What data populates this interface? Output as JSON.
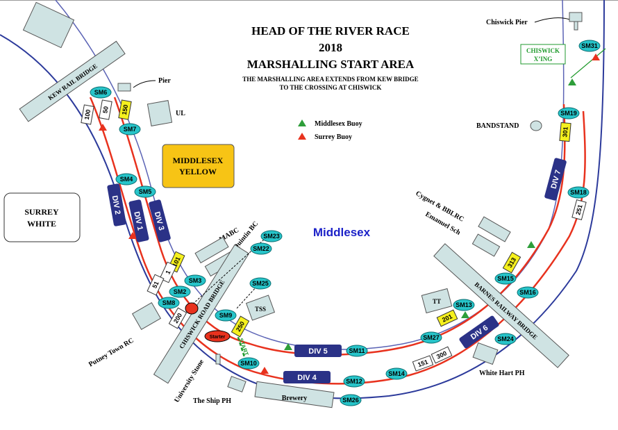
{
  "title": {
    "line1": "HEAD OF THE RIVER RACE",
    "line2": "2018",
    "line3": "MARSHALLING START AREA",
    "sub1": "THE MARSHALLING AREA EXTENDS FROM KEW BRIDGE",
    "sub2": "TO THE CROSSING AT CHISWICK"
  },
  "legend": {
    "middlesex_buoy": "Middlesex Buoy",
    "surrey_buoy": "Surrey Buoy"
  },
  "areas": {
    "middlesex_yellow_1": "MIDDLESEX",
    "middlesex_yellow_2": "YELLOW",
    "surrey_white_1": "SURREY",
    "surrey_white_2": "WHITE",
    "middlesex_bank": "Middlesex"
  },
  "bridges": {
    "kew_rail": "KEW RAIL BRIDGE",
    "chiswick_road": "CHISWICK ROAD BRIDGE",
    "barnes_railway": "BARNES RAILWAY BRIDGE"
  },
  "places": {
    "pier": "Pier",
    "chiswick_pier": "Chiswick Pier",
    "chiswick_xing_1": "CHISWICK",
    "chiswick_xing_2": "X’ING",
    "ul": "UL",
    "bandstand": "BANDSTAND",
    "cygnet": "Cygnet & BBLRC",
    "emanuel": "Emanuel Sch",
    "mabc": "MABC",
    "quintin": "Quintin BC",
    "tss": "TSS",
    "tt": "TT",
    "putney_town": "Putney Town RC",
    "university_stone": "University Stone",
    "the_ship": "The Ship PH",
    "brewery": "Brewery",
    "white_hart": "White Hart PH",
    "starter": "Starter",
    "start": "START"
  },
  "colors": {
    "bank": "#2c3a9b",
    "lane": "#e8321e",
    "marshal": "#27c4c9",
    "division": "#2b3287",
    "yellow": "#f5f01e",
    "middlesex_yellow": "#f7c415",
    "structure": "#cfe3e3",
    "middlesex_buoy": "#2e9e3a",
    "surrey_buoy": "#e8321e",
    "xing": "#1f9a2c",
    "middlesex_text": "#1c22c8"
  },
  "marshals": [
    "SM6",
    "SM7",
    "SM4",
    "SM5",
    "SM3",
    "SM2",
    "SM8",
    "SM9",
    "SM23",
    "SM22",
    "SM25",
    "SM10",
    "SM11",
    "SM12",
    "SM26",
    "SM14",
    "SM27",
    "SM13",
    "SM15",
    "SM16",
    "SM24",
    "SM18",
    "SM19",
    "SM31"
  ],
  "divisions": [
    "DIV 2",
    "DIV 1",
    "DIV 3",
    "DIV 5",
    "DIV 4",
    "DIV 6",
    "DIV 7"
  ],
  "yellow_markers": [
    "150",
    "101",
    "250",
    "201",
    "313",
    "301"
  ],
  "white_markers": [
    "100",
    "50",
    "1",
    "51",
    "200",
    "151",
    "300",
    "251"
  ]
}
